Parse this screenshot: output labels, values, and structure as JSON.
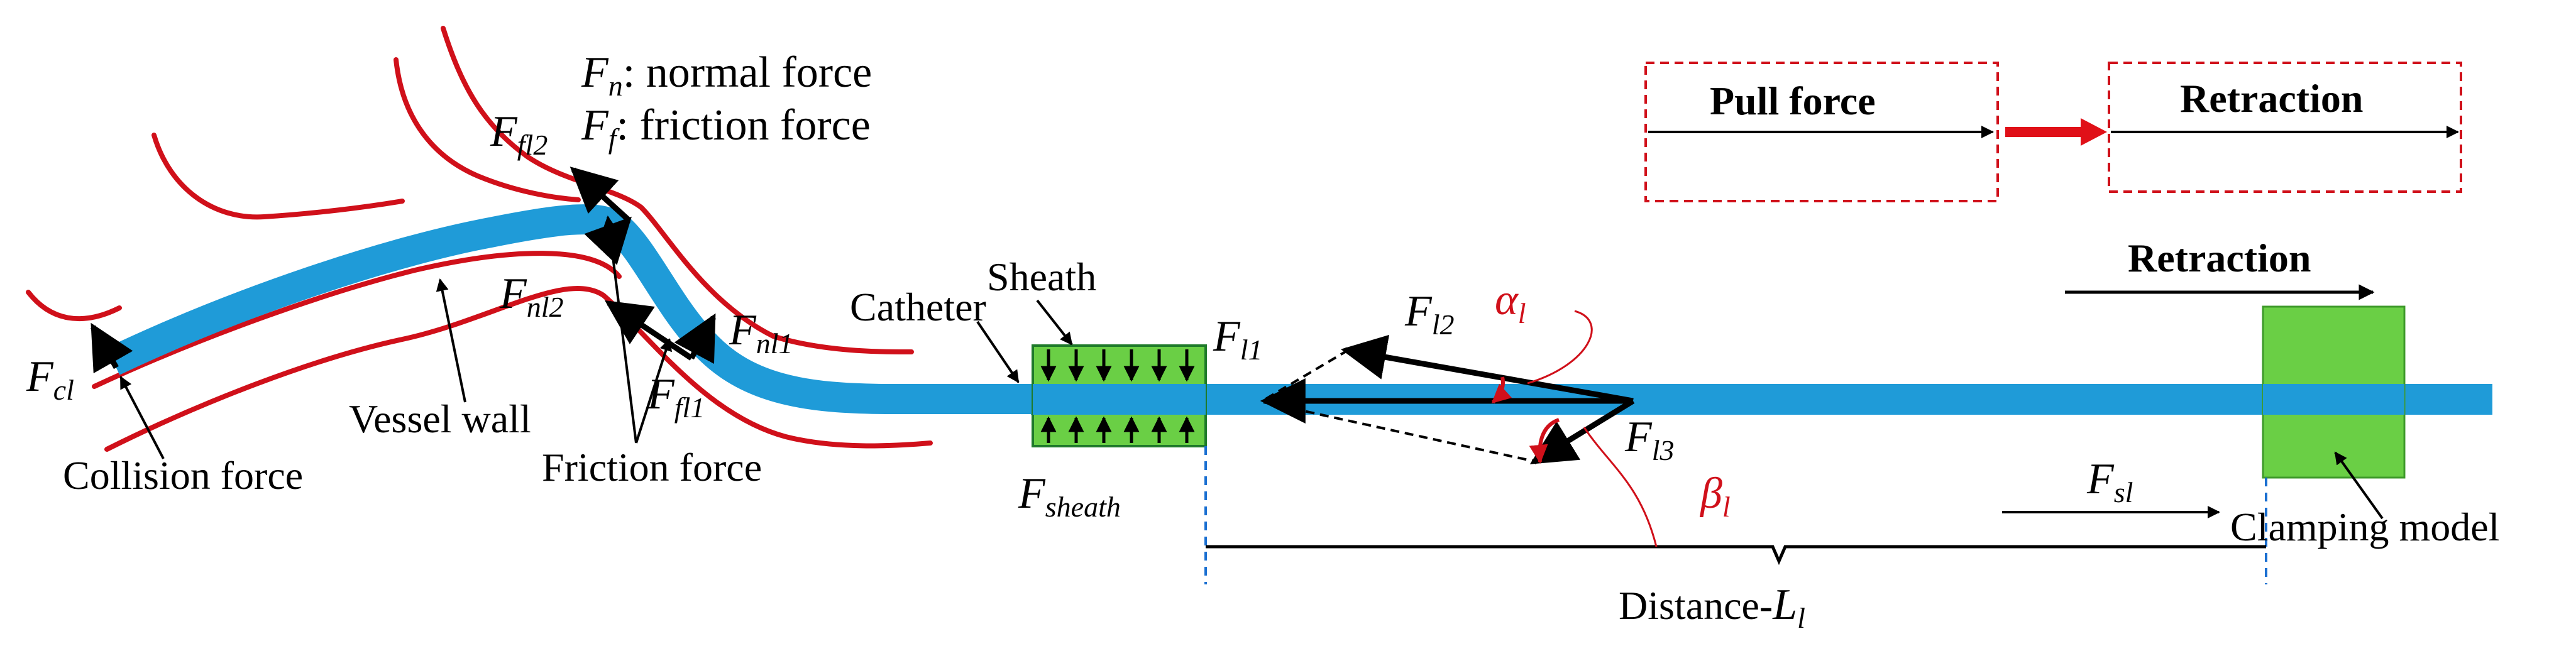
{
  "colors": {
    "vessel_wall": "#d0101a",
    "catheter": "#1f9bd8",
    "sheath": "#6acf45",
    "clamping_model": "#6acf45",
    "force_arrow": "#000000",
    "process_arrow": "#e01018",
    "angle": "#d0101a",
    "dashed_guide": "#1a6fd1"
  },
  "legend": {
    "normal_symbol": "F",
    "normal_sub": "n",
    "normal_text": ": normal force",
    "friction_symbol": "F",
    "friction_sub": "f",
    "friction_text": ": friction force"
  },
  "process": {
    "step1": "Pull force",
    "step2": "Retraction",
    "connector_icon": "right-arrow-icon"
  },
  "labels": {
    "retraction": "Retraction",
    "catheter": "Catheter",
    "sheath": "Sheath",
    "vessel_wall": "Vessel wall",
    "collision_force": "Collision force",
    "friction_force": "Friction force",
    "clamping_model": "Clamping model",
    "distance_prefix": "Distance-"
  },
  "forces": {
    "fcl": {
      "base": "F",
      "sub": "cl"
    },
    "ffl2": {
      "base": "F",
      "sub": "fl2"
    },
    "fnl2": {
      "base": "F",
      "sub": "nl2"
    },
    "fnl1": {
      "base": "F",
      "sub": "nl1"
    },
    "ffl1": {
      "base": "F",
      "sub": "fl1"
    },
    "fl1": {
      "base": "F",
      "sub": "l1"
    },
    "fl2": {
      "base": "F",
      "sub": "l2"
    },
    "fl3": {
      "base": "F",
      "sub": "l3"
    },
    "fsheath": {
      "base": "F",
      "sub": "sheath"
    },
    "fsl": {
      "base": "F",
      "sub": "sl"
    }
  },
  "angles": {
    "alpha": {
      "base": "α",
      "sub": "l"
    },
    "beta": {
      "base": "β",
      "sub": "l"
    }
  },
  "distance": {
    "base": "L",
    "sub": "l"
  }
}
